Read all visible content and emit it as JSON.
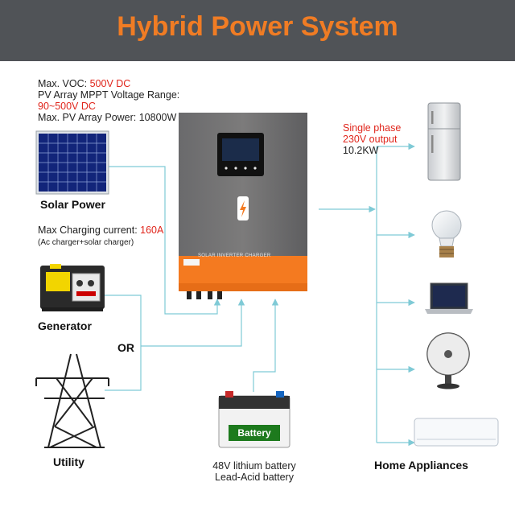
{
  "header": {
    "title": "Hybrid Power System"
  },
  "pv_specs": {
    "voc_label": "Max. VOC: ",
    "voc_value": "500V DC",
    "mppt_label": "PV Array MPPT Voltage Range:",
    "mppt_value": "90~500V DC",
    "power_line": "Max. PV Array Power: 10800W"
  },
  "charging": {
    "label": "Max Charging current: ",
    "value": "160A",
    "note": "(Ac charger+solar charger)"
  },
  "output": {
    "line1": "Single phase",
    "line2": "230V output",
    "line3": "10.2KW"
  },
  "inverter": {
    "panel_text": "SOLAR INVERTER CHARGER"
  },
  "sources": {
    "solar": "Solar Power",
    "generator": "Generator",
    "or": "OR",
    "utility": "Utility"
  },
  "battery": {
    "label": "Battery",
    "caption1": "48V lithium battery",
    "caption2": "Lead-Acid battery"
  },
  "appliances": {
    "title": "Home Appliances"
  },
  "colors": {
    "accent": "#f07c24",
    "header_bg": "#505357",
    "line": "#7fcad6",
    "highlight": "#e0251b"
  }
}
